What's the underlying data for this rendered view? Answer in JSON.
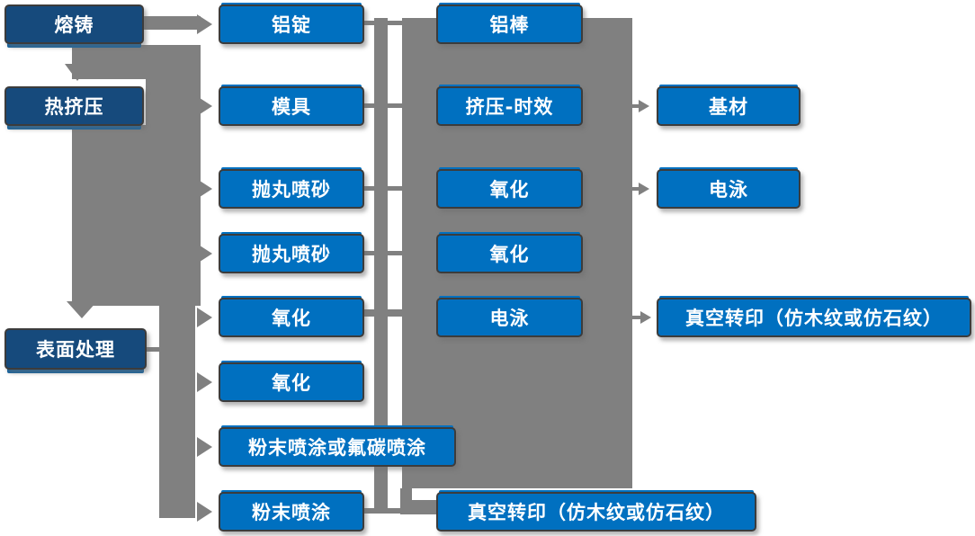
{
  "colors": {
    "node_blue": "#0070c0",
    "node_dark_blue": "#164a7c",
    "connector_gray": "#808080",
    "node_text": "#ffffff",
    "node_border": "#3c3c3c"
  },
  "nodes": {
    "col1": [
      "熔铸",
      "热挤压",
      "表面处理"
    ],
    "col2": [
      "铝锭",
      "模具",
      "抛丸喷砂",
      "抛丸喷砂",
      "氧化",
      "氧化",
      "粉末喷涂或氟碳喷涂",
      "粉末喷涂"
    ],
    "col3": [
      "铝棒",
      "挤压-时效",
      "氧化",
      "氧化",
      "电泳",
      "真空转印（仿木纹或仿石纹）"
    ],
    "col4": [
      "基材",
      "电泳",
      "真空转印（仿木纹或仿石纹）"
    ]
  }
}
